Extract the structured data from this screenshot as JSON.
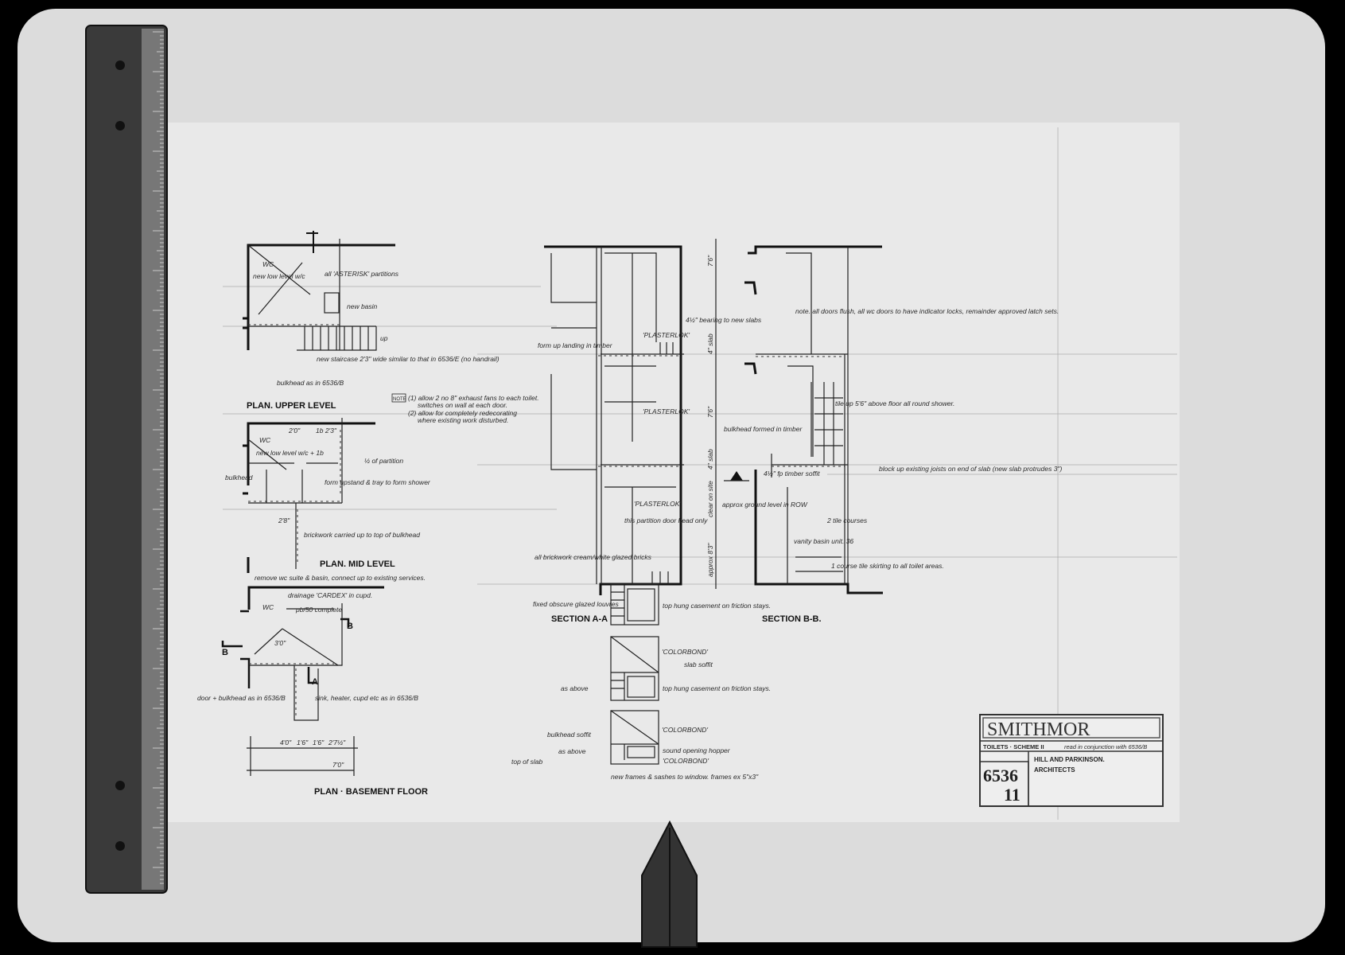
{
  "title_block": {
    "brand": "SMITHMOR",
    "project": "TOILETS · SCHEME II",
    "reference": "read in conjunction with 6536/B",
    "job_number": "6536",
    "sheet_number": "11",
    "firm": "HILL AND PARKINSON.",
    "firm_role": "ARCHITECTS"
  },
  "upper_plan": {
    "title": "PLAN. UPPER LEVEL",
    "labels": [
      "WC",
      "new low level w/c",
      "all 'ASTERISK' partitions",
      "new basin",
      "new staircase 2'3\" wide similar to that in 6536/E (no handrail)",
      "bulkhead as in 6536/B",
      "up"
    ]
  },
  "notes": {
    "tag": "NOTE",
    "items": [
      "(1) allow 2 no 8\" exhaust fans to each toilet.",
      "switches on wall at each door.",
      "(2) allow for completely redecorating",
      "where existing work disturbed."
    ]
  },
  "mid_plan": {
    "title": "PLAN. MID LEVEL",
    "labels": [
      "2'0\"",
      "1b 2'3\"",
      "WC",
      "new low level w/c + 1b",
      "bulkhead",
      "½ of partition",
      "form upstand & tray to form shower",
      "2'8\"",
      "brickwork carried up to top of bulkhead",
      "remove wc suite & basin, connect up to existing services."
    ]
  },
  "basement_plan": {
    "title": "PLAN · BASEMENT FLOOR",
    "labels": [
      "WC",
      "drainage 'CARDEX' in cupd.",
      "pb/50 complete",
      "B",
      "B",
      "3'0\"",
      "A",
      "door + bulkhead as in 6536/B",
      "sink, heater, cupd etc as in 6536/B"
    ],
    "dimensions": [
      "4'0\"",
      "1'6\"",
      "1'6\"",
      "2'7½\"",
      "7'0\""
    ]
  },
  "section_aa": {
    "title": "SECTION A-A",
    "labels": [
      "form up landing in timber",
      "'PLASTERLOK'",
      "4½\" bearing to new slabs",
      "'PLASTERLOK'",
      "'PLASTERLOK'",
      "this partition door head only",
      "all brickwork cream/white glazed bricks"
    ],
    "dimensions": [
      "7'6\"",
      "4\" slab",
      "7'6\"",
      "4\" slab",
      "clear on site",
      "approx 8'3\""
    ]
  },
  "section_bb": {
    "title": "SECTION B-B.",
    "labels": [
      "note. all doors flush, all wc doors to have indicator locks, remainder approved latch sets.",
      "tile up 5'6\" above floor all round shower.",
      "bulkhead formed in timber",
      "4½\" fp timber soffit",
      "block up existing joists on end of slab (new slab protrudes 3\")",
      "approx ground level in ROW",
      "2 tile courses",
      "vanity basin unit. 36",
      "1 course tile skirting to all toilet areas."
    ]
  },
  "window_details": {
    "labels": [
      "fixed obscure glazed louvres",
      "top hung casement on friction stays.",
      "'COLORBOND'",
      "slab soffit",
      "as above",
      "top hung casement on friction stays.",
      "bulkhead soffit",
      "'COLORBOND'",
      "as above",
      "sound opening hopper",
      "top of slab",
      "'COLORBOND'"
    ],
    "footnote": "new frames & sashes to window. frames ex 5\"x3\""
  },
  "colors": {
    "background": "#000000",
    "frame": "#dcdcdc",
    "paper": "#e9e9e9",
    "ink": "#222222",
    "ruler": "#3a3a3a"
  }
}
